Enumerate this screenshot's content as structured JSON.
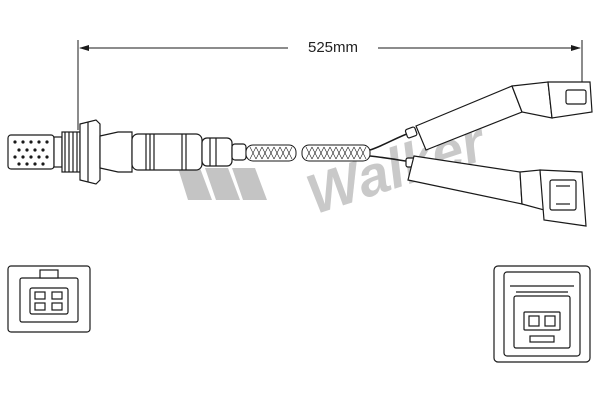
{
  "dimension": {
    "length_label": "525mm"
  },
  "watermark": {
    "brand_text": "Walker"
  },
  "colors": {
    "line": "#1a1a1a",
    "watermark": "#bdbdbd",
    "background": "#ffffff"
  },
  "components": {
    "sensor_probe": "oxygen-sensor-probe",
    "braided_sleeve": "braided-cable-sleeve",
    "connector_a": "wire-connector-upper",
    "connector_b": "wire-connector-lower",
    "plug_face_left": "connector-face-view-left",
    "plug_face_right": "connector-face-view-right"
  }
}
